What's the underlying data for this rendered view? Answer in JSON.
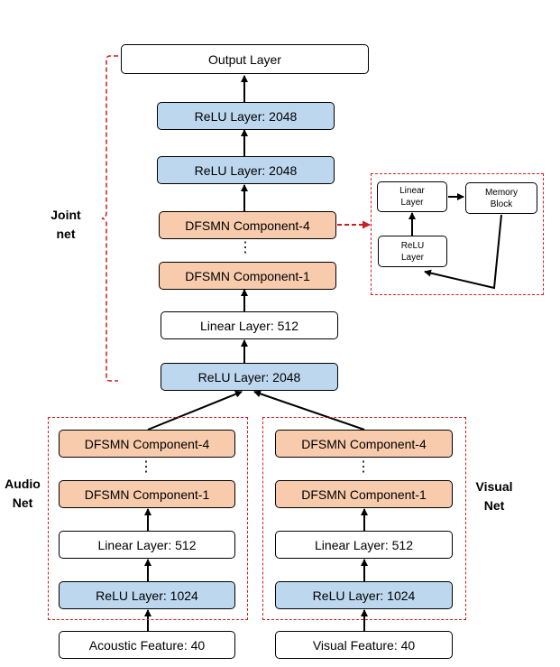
{
  "joint": {
    "output": "Output Layer",
    "relu_top": "ReLU Layer: 2048",
    "relu_second": "ReLU Layer: 2048",
    "dfsmn4": "DFSMN Component-4",
    "dots": "⋮",
    "dfsmn1": "DFSMN Component-1",
    "linear": "Linear Layer: 512",
    "relu_bottom": "ReLU Layer: 2048",
    "label_line1": "Joint",
    "label_line2": "net"
  },
  "detail": {
    "linear": [
      "Linear",
      "Layer"
    ],
    "memory": [
      "Memory",
      "Block"
    ],
    "relu": [
      "ReLU",
      "Layer"
    ]
  },
  "audio": {
    "label_line1": "Audio",
    "label_line2": "Net",
    "dfsmn4": "DFSMN Component-4",
    "dots": "⋮",
    "dfsmn1": "DFSMN Component-1",
    "linear": "Linear Layer: 512",
    "relu": "ReLU Layer: 1024",
    "input": "Acoustic Feature: 40"
  },
  "visual": {
    "label_line1": "Visual",
    "label_line2": "Net",
    "dfsmn4": "DFSMN Component-4",
    "dots": "⋮",
    "dfsmn1": "DFSMN Component-1",
    "linear": "Linear Layer: 512",
    "relu": "ReLU Layer: 1024",
    "input": "Visual Feature: 40"
  },
  "colors": {
    "relu_fill": "#bdd7ee",
    "dfsmn_fill": "#f8cbad",
    "dashed_red": "#cc1f1f"
  }
}
